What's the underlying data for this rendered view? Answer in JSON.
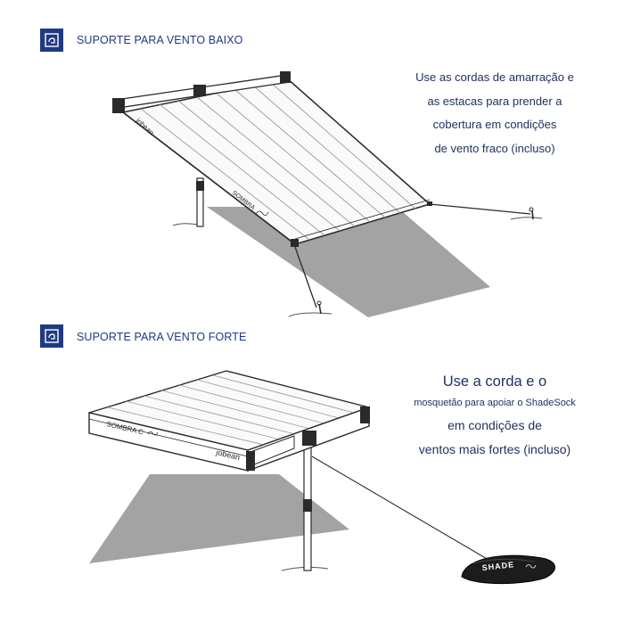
{
  "sections": [
    {
      "title": "SUPORTE PARA VENTO BAIXO",
      "description_lines": [
        "Use as cordas de amarração e",
        "as estacas para prender a",
        "cobertura em condições",
        "de vento fraco (incluso)"
      ]
    },
    {
      "title": "SUPORTE PARA VENTO FORTE",
      "description_lines": [
        "Use a corda e o",
        "mosquetão para apoiar o ShadeSock",
        "em condições de",
        "ventos mais fortes (incluso)"
      ]
    }
  ],
  "illustrations": {
    "low_wind": {
      "brand": "jobean",
      "label": "SOMBRA"
    },
    "high_wind": {
      "brand": "jobean",
      "label": "SOMBRA C",
      "bag_label": "SHADE"
    }
  },
  "colors": {
    "accent": "#1f3a82",
    "text": "#23315e",
    "shadow": "#a3a3a3",
    "line": "#2a2a2a"
  },
  "icons": [
    "shade-logo-icon",
    "shade-logo-icon"
  ]
}
